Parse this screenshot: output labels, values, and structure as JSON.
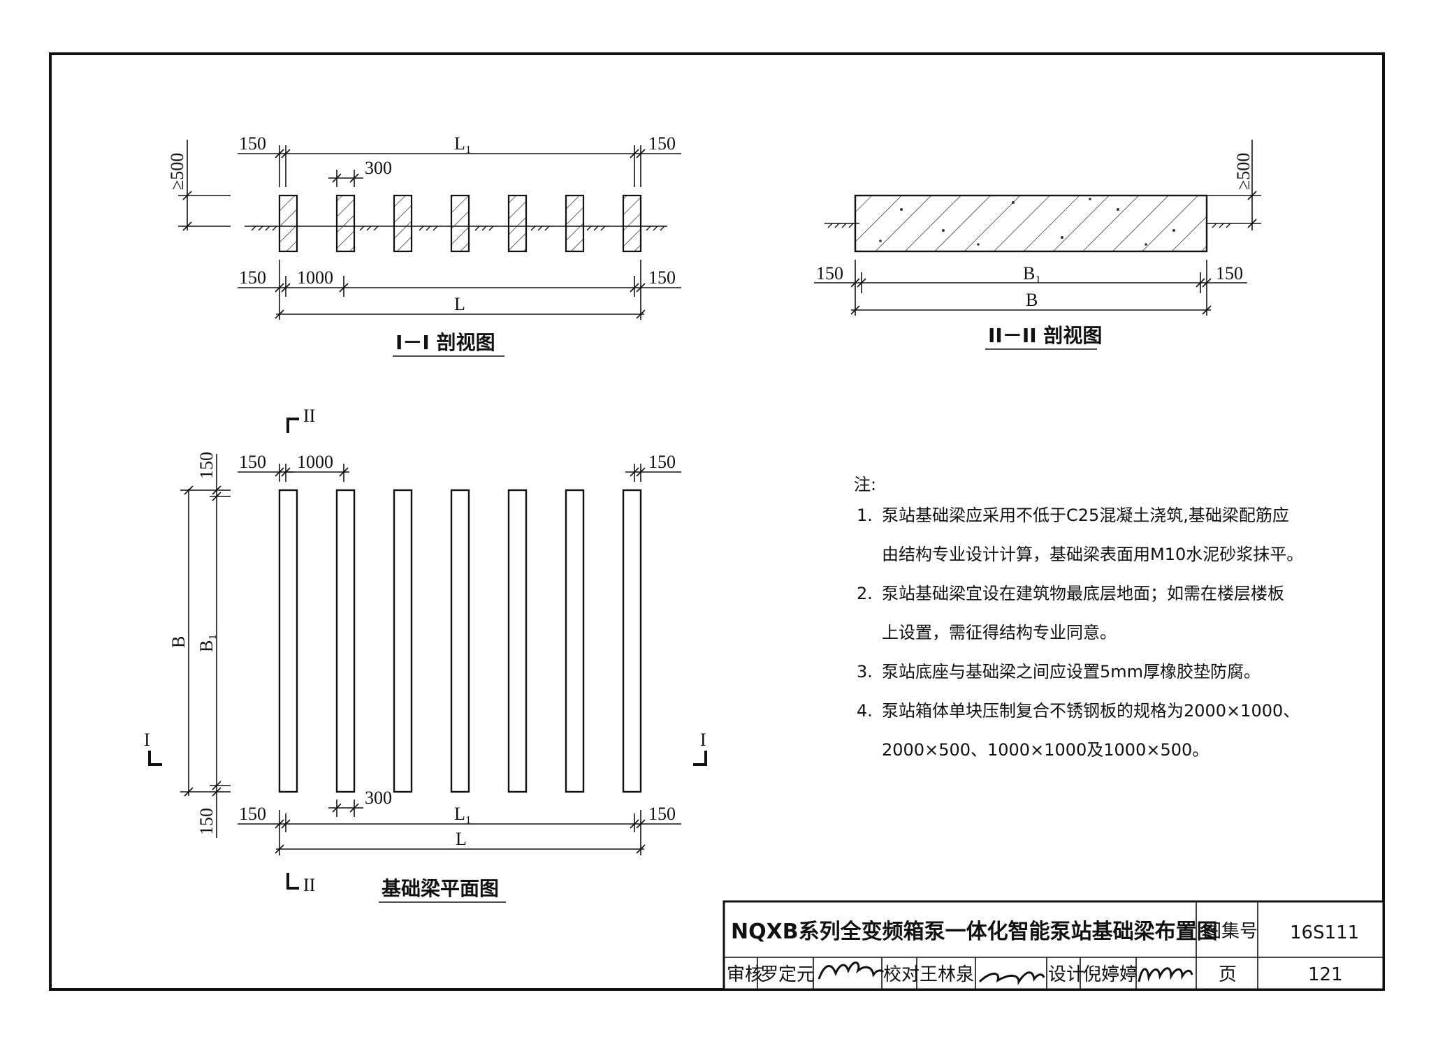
{
  "section_1": {
    "title": "I－I 剖视图",
    "dims": {
      "left_edge": "150",
      "right_edge": "150",
      "span_inner": "L₁",
      "beam_width": "300",
      "height_min": "≥500",
      "spacing": "1000",
      "span_total": "L"
    }
  },
  "section_2": {
    "title": "II－II 剖视图",
    "dims": {
      "height_min": "≥500",
      "left_edge": "150",
      "right_edge": "150",
      "length_inner": "B₁",
      "length_total": "B"
    }
  },
  "plan": {
    "title": "基础梁平面图",
    "cut_marks": {
      "ii": "II",
      "i": "I"
    },
    "dims": {
      "top_left": "150",
      "top_spacing": "1000",
      "top_right": "150",
      "side_top": "150",
      "side_bottom": "150",
      "side_total": "B",
      "side_inner": "B₁",
      "beam_width": "300",
      "bottom_left": "150",
      "bottom_right": "150",
      "span_inner": "L₁",
      "span_total": "L"
    }
  },
  "notes": {
    "heading": "注:",
    "items": [
      {
        "num": "1.",
        "lines": [
          "泵站基础梁应采用不低于C25混凝土浇筑,基础梁配筋应",
          "由结构专业设计计算，基础梁表面用M10水泥砂浆抹平。"
        ]
      },
      {
        "num": "2.",
        "lines": [
          "泵站基础梁宜设在建筑物最底层地面；如需在楼层楼板",
          "上设置，需征得结构专业同意。"
        ]
      },
      {
        "num": "3.",
        "lines": [
          "泵站底座与基础梁之间应设置5mm厚橡胶垫防腐。"
        ]
      },
      {
        "num": "4.",
        "lines": [
          "泵站箱体单块压制复合不锈钢板的规格为2000×1000、",
          "2000×500、1000×1000及1000×500。"
        ]
      }
    ]
  },
  "title_block": {
    "drawing_title": "NQXB系列全变频箱泵一体化智能泵站基础梁布置图",
    "atlas_label": "图集号",
    "atlas_number": "16S111",
    "review_label": "审核",
    "reviewer": "罗定元",
    "check_label": "校对",
    "checker": "王林泉",
    "design_label": "设计",
    "designer": "倪婷婷",
    "page_label": "页",
    "page_number": "121"
  }
}
